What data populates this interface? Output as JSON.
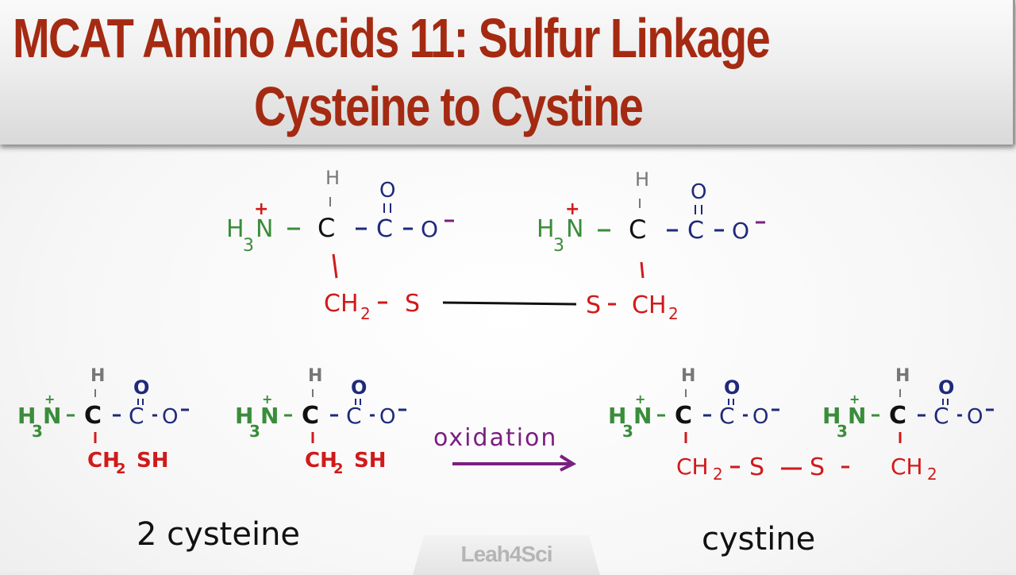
{
  "header": {
    "title_line1": "MCAT Amino Acids 11: Sulfur Linkage",
    "title_line2": "Cysteine to Cystine",
    "title_color": "#a52a12"
  },
  "top_diagram": {
    "left_residue": {
      "amine": "H3N+",
      "alpha_carbon": "C",
      "alpha_h": "H",
      "carboxyl": "C(=O)-O−",
      "side_chain": "CH2-S"
    },
    "right_residue": {
      "amine": "H3N+",
      "alpha_carbon": "C",
      "alpha_h": "H",
      "carboxyl": "C(=O)-O−",
      "side_chain": "S-CH2"
    },
    "bond": "disulfide bond S—S"
  },
  "reaction": {
    "reactant_1": {
      "amine": "H3N+",
      "alpha_carbon": "C",
      "alpha_h": "H",
      "carboxyl": "C(=O)-O−",
      "side_chain": "CH2 SH"
    },
    "reactant_2": {
      "amine": "H3N+",
      "alpha_carbon": "C",
      "alpha_h": "H",
      "carboxyl": "C(=O)-O−",
      "side_chain": "CH2 SH"
    },
    "arrow_label": "oxidation",
    "product_side_chain": "CH2 - S — S - CH2"
  },
  "labels": {
    "reactants": "2 cysteine",
    "product": "cystine"
  },
  "logo": {
    "text": "Leah4Sci"
  },
  "colors": {
    "amine": "#3a8d3a",
    "alpha_carbon": "#111111",
    "carboxyl": "#1e2a7a",
    "side_chain": "#d11a1a",
    "hydrogen": "#777777",
    "arrow": "#7a1f80"
  }
}
